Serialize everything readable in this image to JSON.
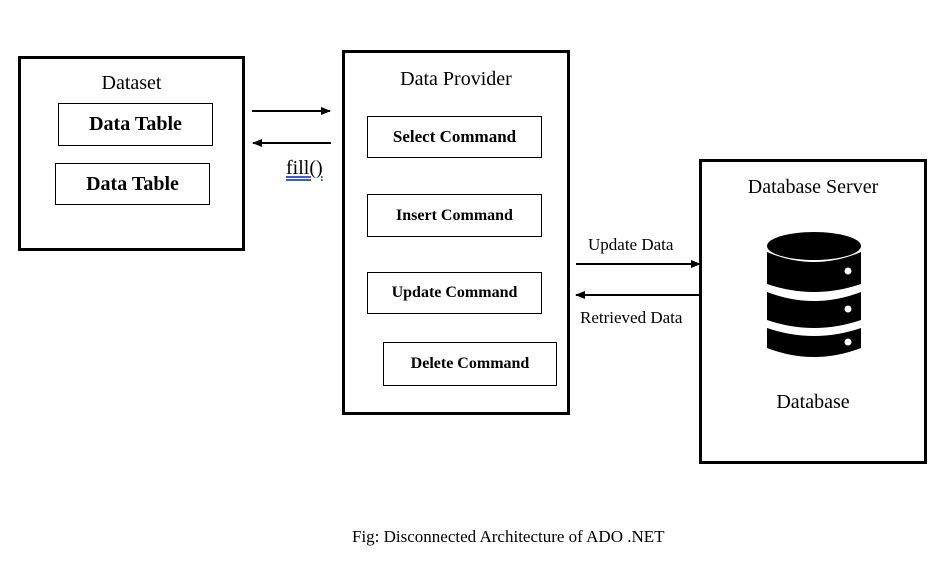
{
  "dataset": {
    "title": "Dataset",
    "tables": [
      "Data Table",
      "Data Table"
    ]
  },
  "provider": {
    "title": "Data Provider",
    "commands": [
      "Select Command",
      "Insert Command",
      "Update Command",
      "Delete Command"
    ]
  },
  "server": {
    "title": "Database Server",
    "db_label": "Database"
  },
  "arrows": {
    "fill_label": "fill()",
    "update_label": "Update Data",
    "retrieve_label": "Retrieved Data"
  },
  "caption": "Fig: Disconnected Architecture of ADO .NET",
  "icons": {
    "database": "database-icon"
  }
}
